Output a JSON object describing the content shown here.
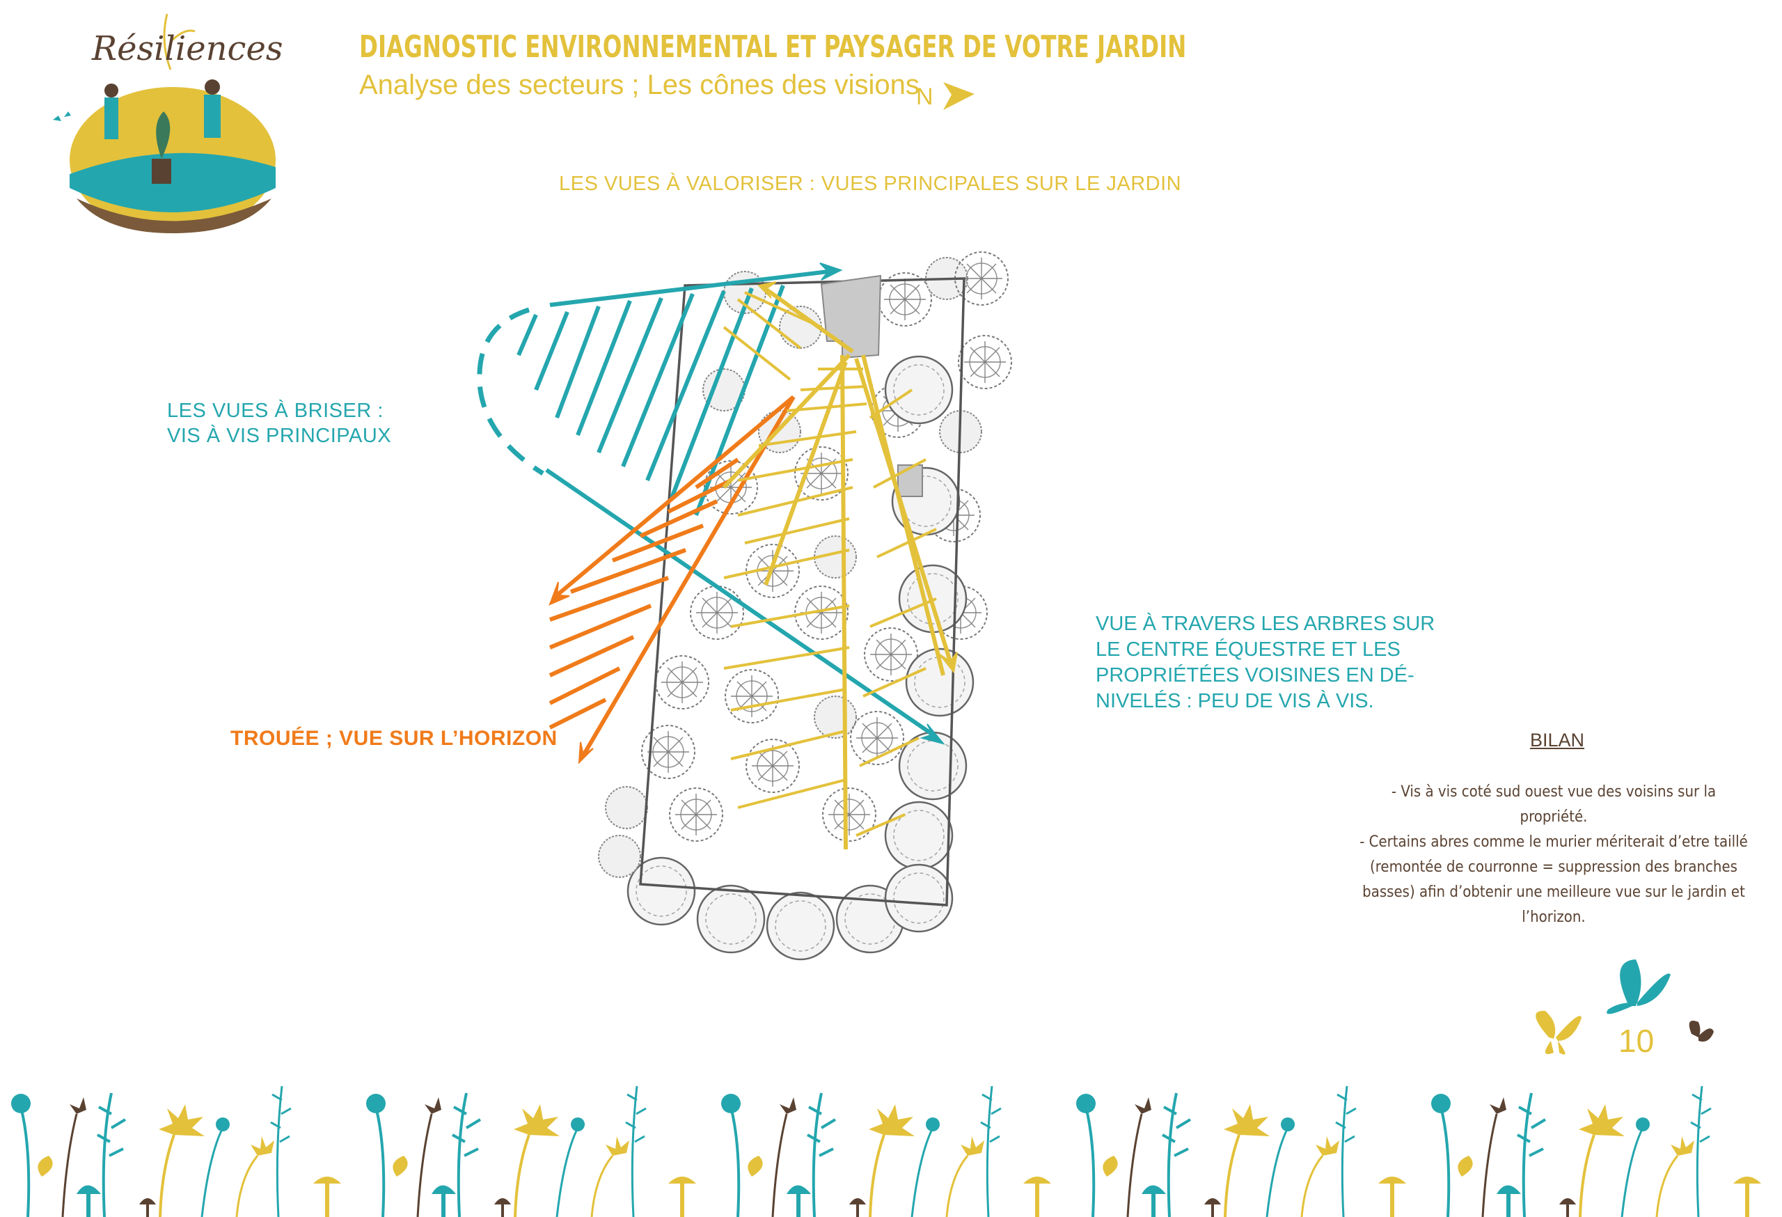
{
  "colors": {
    "gold": "#E3C13B",
    "teal": "#24A6AE",
    "orange": "#F07B1A",
    "brown": "#5A4232",
    "grey": "#555555"
  },
  "logo": {
    "text": "Résiliences"
  },
  "header": {
    "title": "DIAGNOSTIC ENVIRONNEMENTAL ET PAYSAGER DE VOTRE JARDIN",
    "subtitle": "Analyse des secteurs ; Les cônes des visions",
    "north_label": "N"
  },
  "labels": {
    "valoriser": "LES VUES À VALORISER : VUES PRINCIPALES  SUR LE JARDIN",
    "briser_line1": "LES VUES À BRISER :",
    "briser_line2": "VIS À VIS PRINCIPAUX",
    "trouee": "TROUÉE ; VUE SUR L’HORIZON",
    "travers_line1": "VUE À TRAVERS LES ARBRES SUR",
    "travers_line2": "LE CENTRE ÉQUESTRE ET LES",
    "travers_line3": "PROPRIÉTÉES VOISINES EN DÉ-",
    "travers_line4": "NIVELÉS :  PEU DE VIS À VIS."
  },
  "bilan": {
    "title": "BILAN",
    "line1": "- Vis à vis coté sud ouest vue des voisins sur la propriété.",
    "line2": "- Certains abres comme le murier mériterait d’etre taillé",
    "line3": "(remontée de courronne = suppression des branches",
    "line4": "basses) afin d’obtenir une meilleure vue sur le jardin et",
    "line5": "l’horizon."
  },
  "page_number": "10"
}
